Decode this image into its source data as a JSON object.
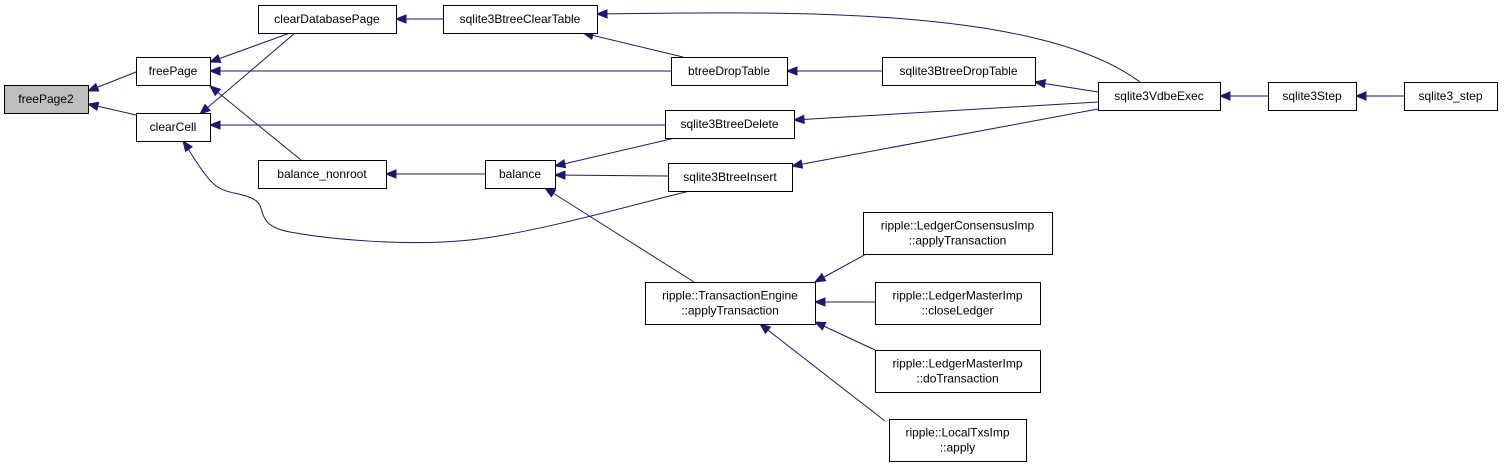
{
  "diagram": {
    "colors": {
      "edge": "#191970",
      "node_border": "#000000",
      "node_fill": "#ffffff",
      "highlight_fill": "#bfbfbf"
    },
    "nodes": {
      "freePage2": {
        "lines": [
          "freePage2"
        ]
      },
      "freePage": {
        "lines": [
          "freePage"
        ]
      },
      "clearCell": {
        "lines": [
          "clearCell"
        ]
      },
      "clearDatabasePage": {
        "lines": [
          "clearDatabasePage"
        ]
      },
      "balance_nonroot": {
        "lines": [
          "balance_nonroot"
        ]
      },
      "sqlite3BtreeClearTable": {
        "lines": [
          "sqlite3BtreeClearTable"
        ]
      },
      "btreeDropTable": {
        "lines": [
          "btreeDropTable"
        ]
      },
      "sqlite3BtreeDelete": {
        "lines": [
          "sqlite3BtreeDelete"
        ]
      },
      "balance": {
        "lines": [
          "balance"
        ]
      },
      "sqlite3BtreeInsert": {
        "lines": [
          "sqlite3BtreeInsert"
        ]
      },
      "sqlite3BtreeDropTable": {
        "lines": [
          "sqlite3BtreeDropTable"
        ]
      },
      "sqlite3VdbeExec": {
        "lines": [
          "sqlite3VdbeExec"
        ]
      },
      "sqlite3Step": {
        "lines": [
          "sqlite3Step"
        ]
      },
      "sqlite3_step": {
        "lines": [
          "sqlite3_step"
        ]
      },
      "TransactionEngine_applyTransaction": {
        "lines": [
          "ripple::TransactionEngine",
          "::applyTransaction"
        ]
      },
      "LedgerConsensusImp_applyTransaction": {
        "lines": [
          "ripple::LedgerConsensusImp",
          "::applyTransaction"
        ]
      },
      "LedgerMasterImp_closeLedger": {
        "lines": [
          "ripple::LedgerMasterImp",
          "::closeLedger"
        ]
      },
      "LedgerMasterImp_doTransaction": {
        "lines": [
          "ripple::LedgerMasterImp",
          "::doTransaction"
        ]
      },
      "LocalTxsImp_apply": {
        "lines": [
          "ripple::LocalTxsImp",
          "::apply"
        ]
      }
    },
    "edges": [
      {
        "from": "freePage",
        "to": "freePage2"
      },
      {
        "from": "clearCell",
        "to": "freePage2"
      },
      {
        "from": "clearDatabasePage",
        "to": "freePage"
      },
      {
        "from": "btreeDropTable",
        "to": "freePage"
      },
      {
        "from": "balance_nonroot",
        "to": "freePage"
      },
      {
        "from": "clearDatabasePage",
        "to": "clearCell"
      },
      {
        "from": "sqlite3BtreeDelete",
        "to": "clearCell"
      },
      {
        "from": "sqlite3BtreeInsert",
        "to": "clearCell"
      },
      {
        "from": "sqlite3BtreeClearTable",
        "to": "clearDatabasePage"
      },
      {
        "from": "balance",
        "to": "balance_nonroot"
      },
      {
        "from": "sqlite3VdbeExec",
        "to": "sqlite3BtreeClearTable"
      },
      {
        "from": "btreeDropTable",
        "to": "sqlite3BtreeClearTable"
      },
      {
        "from": "sqlite3BtreeDropTable",
        "to": "btreeDropTable"
      },
      {
        "from": "sqlite3VdbeExec",
        "to": "sqlite3BtreeDropTable"
      },
      {
        "from": "sqlite3VdbeExec",
        "to": "sqlite3BtreeDelete"
      },
      {
        "from": "sqlite3VdbeExec",
        "to": "sqlite3BtreeInsert"
      },
      {
        "from": "sqlite3BtreeDelete",
        "to": "balance"
      },
      {
        "from": "sqlite3BtreeInsert",
        "to": "balance"
      },
      {
        "from": "TransactionEngine_applyTransaction",
        "to": "balance"
      },
      {
        "from": "sqlite3Step",
        "to": "sqlite3VdbeExec"
      },
      {
        "from": "sqlite3_step",
        "to": "sqlite3Step"
      },
      {
        "from": "LedgerConsensusImp_applyTransaction",
        "to": "TransactionEngine_applyTransaction"
      },
      {
        "from": "LedgerMasterImp_closeLedger",
        "to": "TransactionEngine_applyTransaction"
      },
      {
        "from": "LedgerMasterImp_doTransaction",
        "to": "TransactionEngine_applyTransaction"
      },
      {
        "from": "LocalTxsImp_apply",
        "to": "TransactionEngine_applyTransaction"
      }
    ]
  }
}
